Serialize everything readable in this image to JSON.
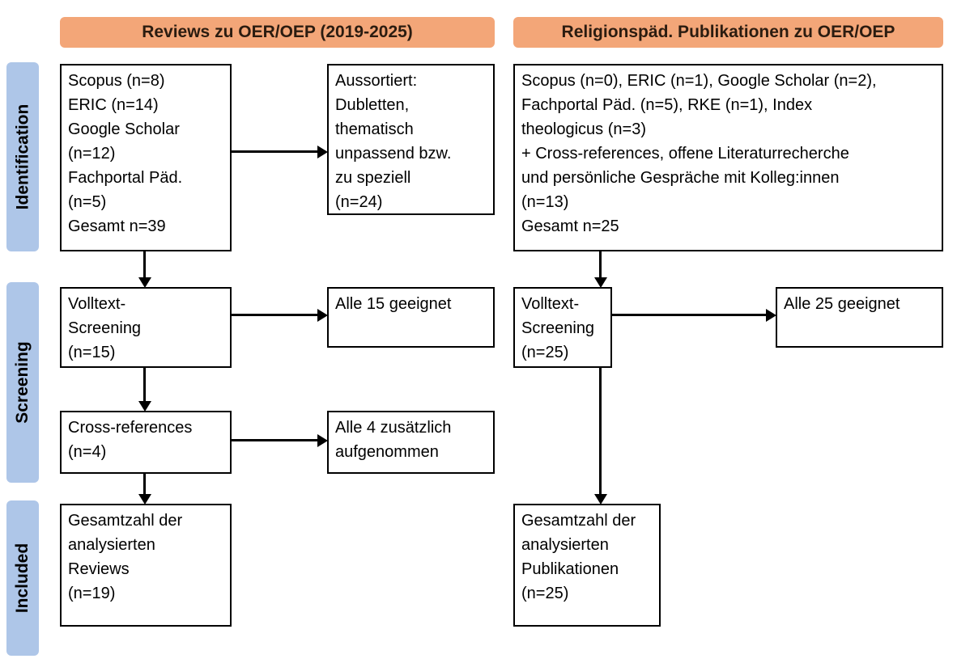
{
  "colors": {
    "header_bg": "#f3a678",
    "stage_bg": "#aec6e8",
    "box_border": "#000000",
    "arrow": "#000000"
  },
  "headers": {
    "reviews": "Reviews zu OER/OEP (2019-2025)",
    "religion": "Religionspäd. Publikationen zu OER/OEP"
  },
  "stages": {
    "identification": "Identification",
    "screening": "Screening",
    "included": "Included"
  },
  "reviews_flow": {
    "identification_sources": "Scopus (n=8)\nERIC (n=14)\nGoogle Scholar\n(n=12)\nFachportal Päd.\n(n=5)\nGesamt n=39",
    "excluded": "Aussortiert:\nDubletten,\nthematisch\nunpassend bzw.\nzu speziell\n(n=24)",
    "fulltext_screening": "Volltext-\nScreening\n(n=15)",
    "fulltext_result": "Alle 15 geeignet",
    "cross_references": "Cross-references\n(n=4)",
    "cross_references_result": "Alle 4 zusätzlich\naufgenommen",
    "included_total": "Gesamtzahl der\nanalysierten\nReviews\n(n=19)"
  },
  "religion_flow": {
    "identification_sources": "Scopus (n=0), ERIC (n=1), Google Scholar (n=2),\nFachportal Päd. (n=5), RKE (n=1), Index\ntheologicus (n=3)\n+ Cross-references, offene Literaturrecherche\nund persönliche Gespräche mit Kolleg:innen\n(n=13)\nGesamt n=25",
    "fulltext_screening": "Volltext-\nScreening\n(n=25)",
    "fulltext_result": "Alle 25 geeignet",
    "included_total": "Gesamtzahl der\nanalysierten\nPublikationen\n(n=25)"
  }
}
